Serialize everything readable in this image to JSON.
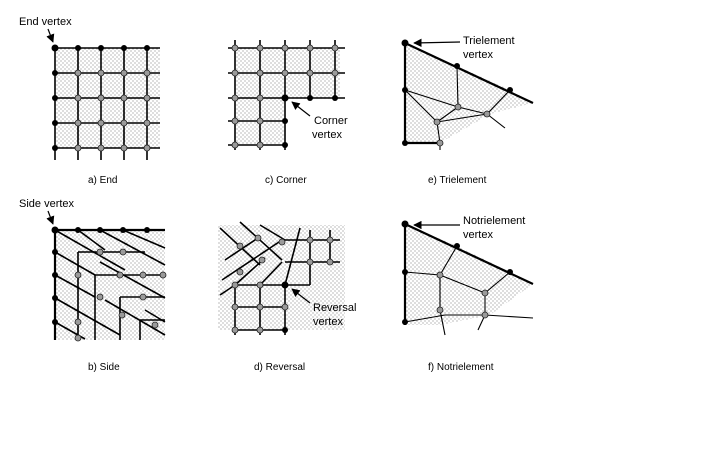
{
  "panels": {
    "a": {
      "caption": "a)  End",
      "callout": "End vertex"
    },
    "b": {
      "caption": "b)  Side",
      "callout": "Side vertex"
    },
    "c": {
      "caption": "c)  Corner",
      "callout_line1": "Corner",
      "callout_line2": "vertex"
    },
    "d": {
      "caption": "d)  Reversal",
      "callout_line1": "Reversal",
      "callout_line2": "vertex"
    },
    "e": {
      "caption": "e)  Trielement",
      "callout_line1": "Trielement",
      "callout_line2": "vertex"
    },
    "f": {
      "caption": "f)  Notrielement",
      "callout_line1": "Notrielement",
      "callout_line2": "vertex"
    }
  },
  "colors": {
    "shade_dot": "#9a9a9a",
    "vertex_black": "#000000",
    "vertex_grey": "#9a9a9a"
  }
}
